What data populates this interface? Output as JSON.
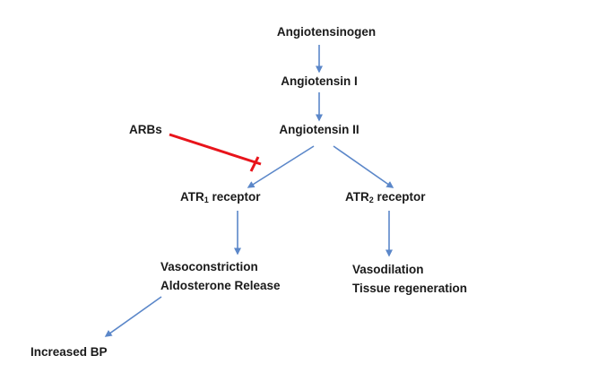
{
  "nodes": {
    "angiotensinogen": "Angiotensinogen",
    "angiotensin_i": "Angiotensin I",
    "angiotensin_ii": "Angiotensin II",
    "arbs": "ARBs",
    "atr1": {
      "prefix": "ATR",
      "sub": "1",
      "suffix": " receptor"
    },
    "atr2": {
      "prefix": "ATR",
      "sub": "2",
      "suffix": " receptor"
    },
    "atr1_effects": [
      "Vasoconstriction",
      "Aldosterone Release"
    ],
    "atr2_effects": [
      "Vasodilation",
      "Tissue regeneration"
    ],
    "outcome": "Increased BP"
  },
  "colors": {
    "arrow": "#5B87C9",
    "inhibitor": "#E8141B",
    "text": "#1a1a1a"
  }
}
